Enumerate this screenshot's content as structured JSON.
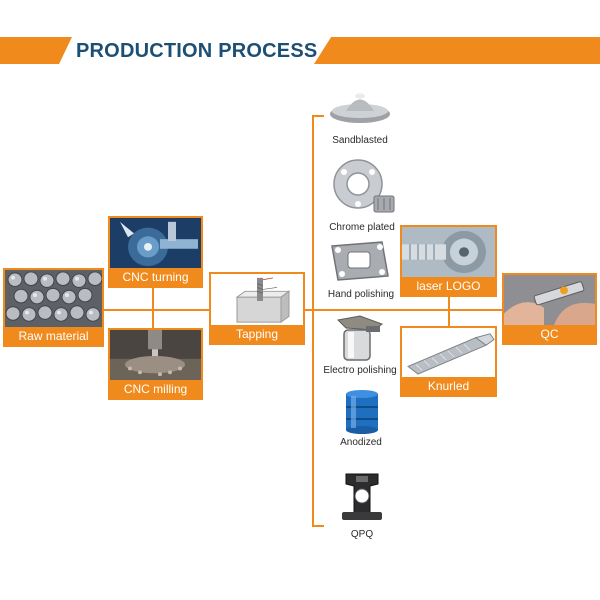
{
  "header": {
    "title": "PRODUCTION PROCESS"
  },
  "steps": {
    "raw_material": "Raw material",
    "cnc_turning": "CNC turning",
    "cnc_milling": "CNC milling",
    "tapping": "Tapping",
    "laser_logo": "laser LOGO",
    "knurled": "Knurled",
    "qc": "QC"
  },
  "finishes": {
    "sandblasted": "Sandblasted",
    "chrome_plated": "Chrome plated",
    "hand_polishing": "Hand polishing",
    "electro_polishing": "Electro polishing",
    "anodized": "Anodized",
    "qpq": "QPQ"
  },
  "colors": {
    "accent": "#f08a1c",
    "title": "#1d4f74"
  }
}
